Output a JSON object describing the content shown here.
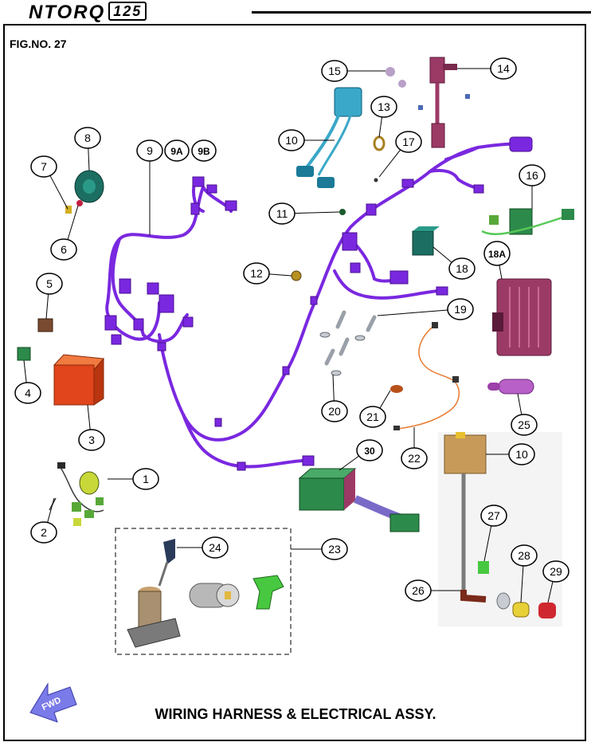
{
  "header": {
    "brand": "NTORQ",
    "model": "125"
  },
  "figure_number": "FIG.NO. 27",
  "caption": "WIRING HARNESS & ELECTRICAL ASSY.",
  "direction_badge": "FWD",
  "colors": {
    "harness": "#7a28e0",
    "battery": "#e0451c",
    "ecu": "#9c3a66",
    "relay": "#1c6e62",
    "coil": "#3aa8c8",
    "lock_body": "#a89070",
    "connector_green": "#2c8a4a",
    "tan_part": "#c89a5a",
    "wire_orange": "#e87a30"
  },
  "callouts": [
    {
      "label": "1"
    },
    {
      "label": "2"
    },
    {
      "label": "3"
    },
    {
      "label": "4"
    },
    {
      "label": "5"
    },
    {
      "label": "6"
    },
    {
      "label": "7"
    },
    {
      "label": "8"
    },
    {
      "label": "9"
    },
    {
      "label": "9A"
    },
    {
      "label": "9B"
    },
    {
      "label": "10"
    },
    {
      "label": "11"
    },
    {
      "label": "12"
    },
    {
      "label": "13"
    },
    {
      "label": "14"
    },
    {
      "label": "15"
    },
    {
      "label": "16"
    },
    {
      "label": "17"
    },
    {
      "label": "18"
    },
    {
      "label": "18A"
    },
    {
      "label": "19"
    },
    {
      "label": "20"
    },
    {
      "label": "21"
    },
    {
      "label": "22"
    },
    {
      "label": "23"
    },
    {
      "label": "24"
    },
    {
      "label": "25"
    },
    {
      "label": "26"
    },
    {
      "label": "27"
    },
    {
      "label": "28"
    },
    {
      "label": "29"
    },
    {
      "label": "30"
    },
    {
      "label": "10"
    }
  ]
}
